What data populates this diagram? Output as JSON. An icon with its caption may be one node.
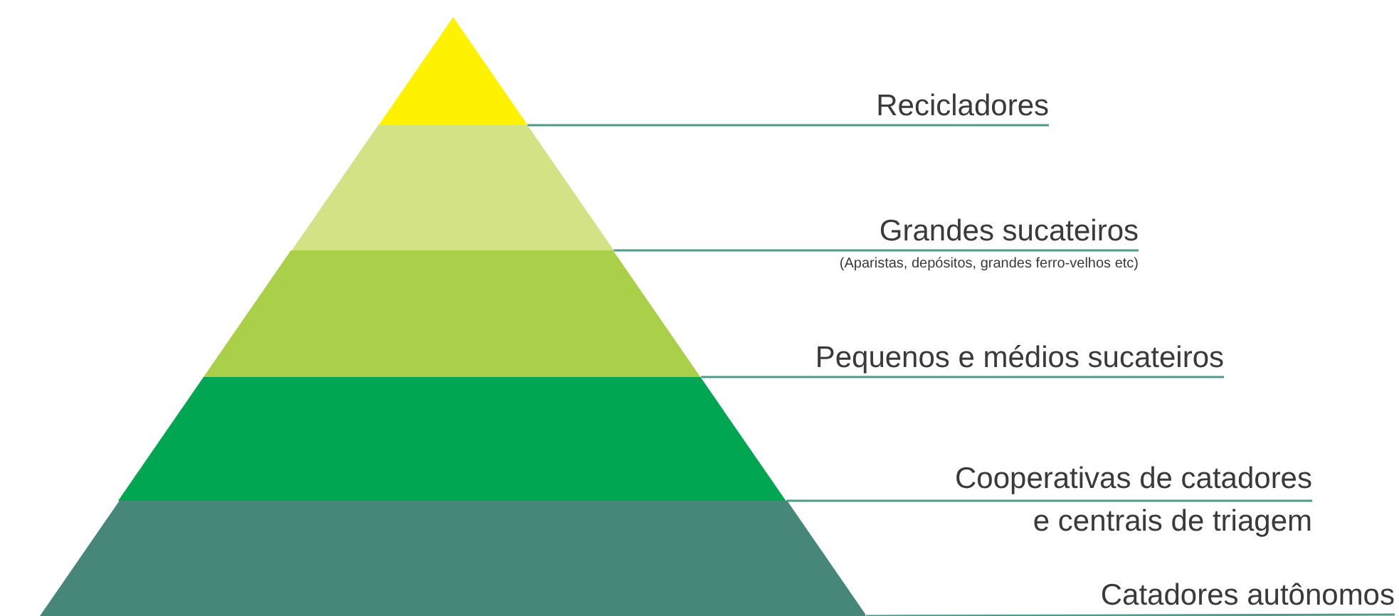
{
  "diagram": {
    "nodes": [
      {
        "text": [],
        "shape": "triangle"
      },
      {
        "text": [],
        "shape": "band"
      },
      {
        "text": [],
        "shape": "band"
      },
      {
        "text": [],
        "shape": "band"
      },
      {
        "text": [],
        "shape": "band"
      },
      {
        "text": [
          "Recicladores"
        ]
      },
      {
        "text": [
          "Grandes sucateiros",
          "(Aparistas, depósitos, grandes ferro-velhos etc)"
        ]
      },
      {
        "text": [
          "Pequenos e médios sucateiros"
        ]
      },
      {
        "text": [
          "Cooperativas de catadores e centrais de triagem"
        ]
      },
      {
        "text": [
          "Catadores autônomos"
        ]
      }
    ],
    "edges": [
      {
        "from": 5,
        "to": 0,
        "arrow": "none"
      },
      {
        "from": 6,
        "to": 1,
        "arrow": "none"
      },
      {
        "from": 7,
        "to": 2,
        "arrow": "none"
      },
      {
        "from": 8,
        "to": 3,
        "arrow": "none"
      },
      {
        "from": 9,
        "to": 4,
        "arrow": "none"
      }
    ]
  }
}
